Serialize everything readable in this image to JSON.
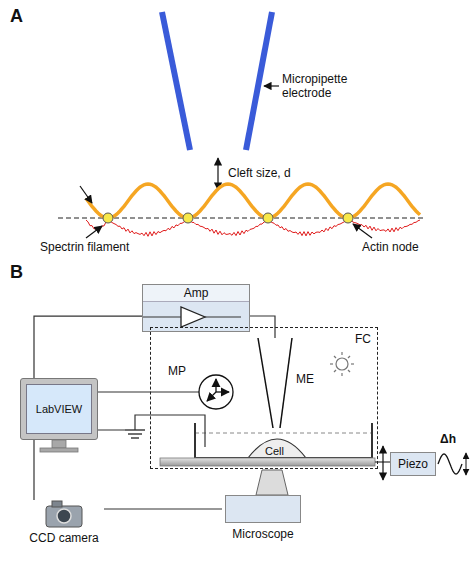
{
  "diagram": {
    "nodes": [
      {
        "text": [
          "Amp"
        ]
      },
      {
        "text": [
          "LabVIEW"
        ]
      },
      {
        "text": [
          "FC"
        ]
      },
      {
        "text": [
          "Piezo"
        ]
      },
      {
        "text": [
          "CCD camera"
        ]
      },
      {
        "text": [
          "Microscope"
        ]
      }
    ],
    "edges": [
      {
        "from": 1,
        "to": 0,
        "arrow": "none"
      },
      {
        "from": 1,
        "to": 2,
        "arrow": "none"
      },
      {
        "from": 1,
        "to": 4,
        "arrow": "none"
      },
      {
        "from": 4,
        "to": 5,
        "arrow": "none"
      }
    ],
    "labels": [
      "A",
      "Micropipette electrode",
      "Cleft size, d",
      "Spectrin filament",
      "Actin node",
      "B",
      "MP",
      "ME",
      "Cell",
      "Δh"
    ]
  }
}
